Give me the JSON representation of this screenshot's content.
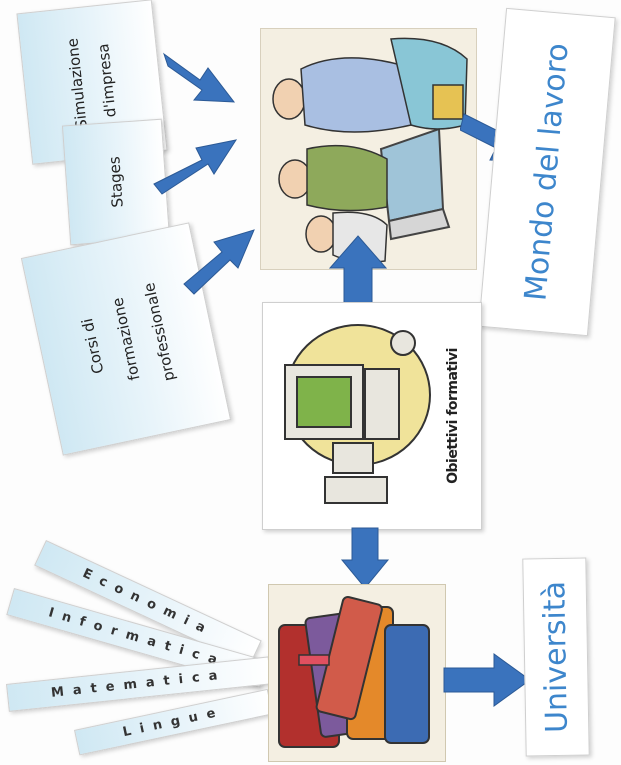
{
  "inputs": {
    "simulazione_1": "Simulazione",
    "simulazione_2": "d'impresa",
    "stages": "Stages",
    "corsi_1": "Corsi di",
    "corsi_2": "formazione",
    "corsi_3": "professionale"
  },
  "center_label": "Obiettivi formativi",
  "outputs": {
    "mondo": "Mondo del lavoro",
    "universita": "Università"
  },
  "subjects": [
    "Economia",
    "Informatica",
    "Matematica",
    "Lingue"
  ],
  "colors": {
    "arrow": "#3a73bd",
    "output_text": "#3d86cc",
    "card_gradient": "#cfe8f3"
  },
  "icons": [
    "office-people-clipart",
    "computer-clipart",
    "books-clipart"
  ]
}
